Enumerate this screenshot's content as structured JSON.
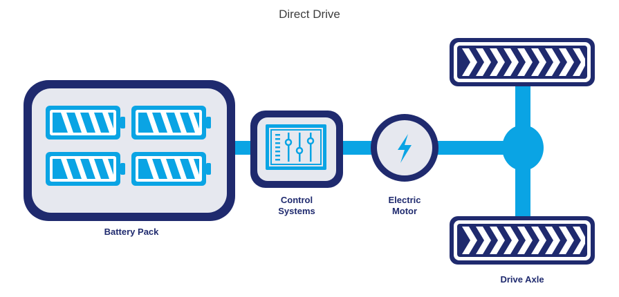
{
  "title": "Direct Drive",
  "components": {
    "battery_pack": {
      "label": "Battery Pack"
    },
    "control_systems": {
      "label_line1": "Control",
      "label_line2": "Systems"
    },
    "electric_motor": {
      "label_line1": "Electric",
      "label_line2": "Motor"
    },
    "drive_axle": {
      "label": "Drive Axle"
    }
  },
  "colors": {
    "navy": "#1f2a6e",
    "cyan": "#0aa4e4",
    "light_fill": "#e6e8ef",
    "white": "#ffffff"
  },
  "icons": {
    "battery": "battery-icon",
    "control": "equalizer-sliders-icon",
    "motor": "lightning-bolt-icon",
    "wheel": "tire-tread-icon"
  }
}
